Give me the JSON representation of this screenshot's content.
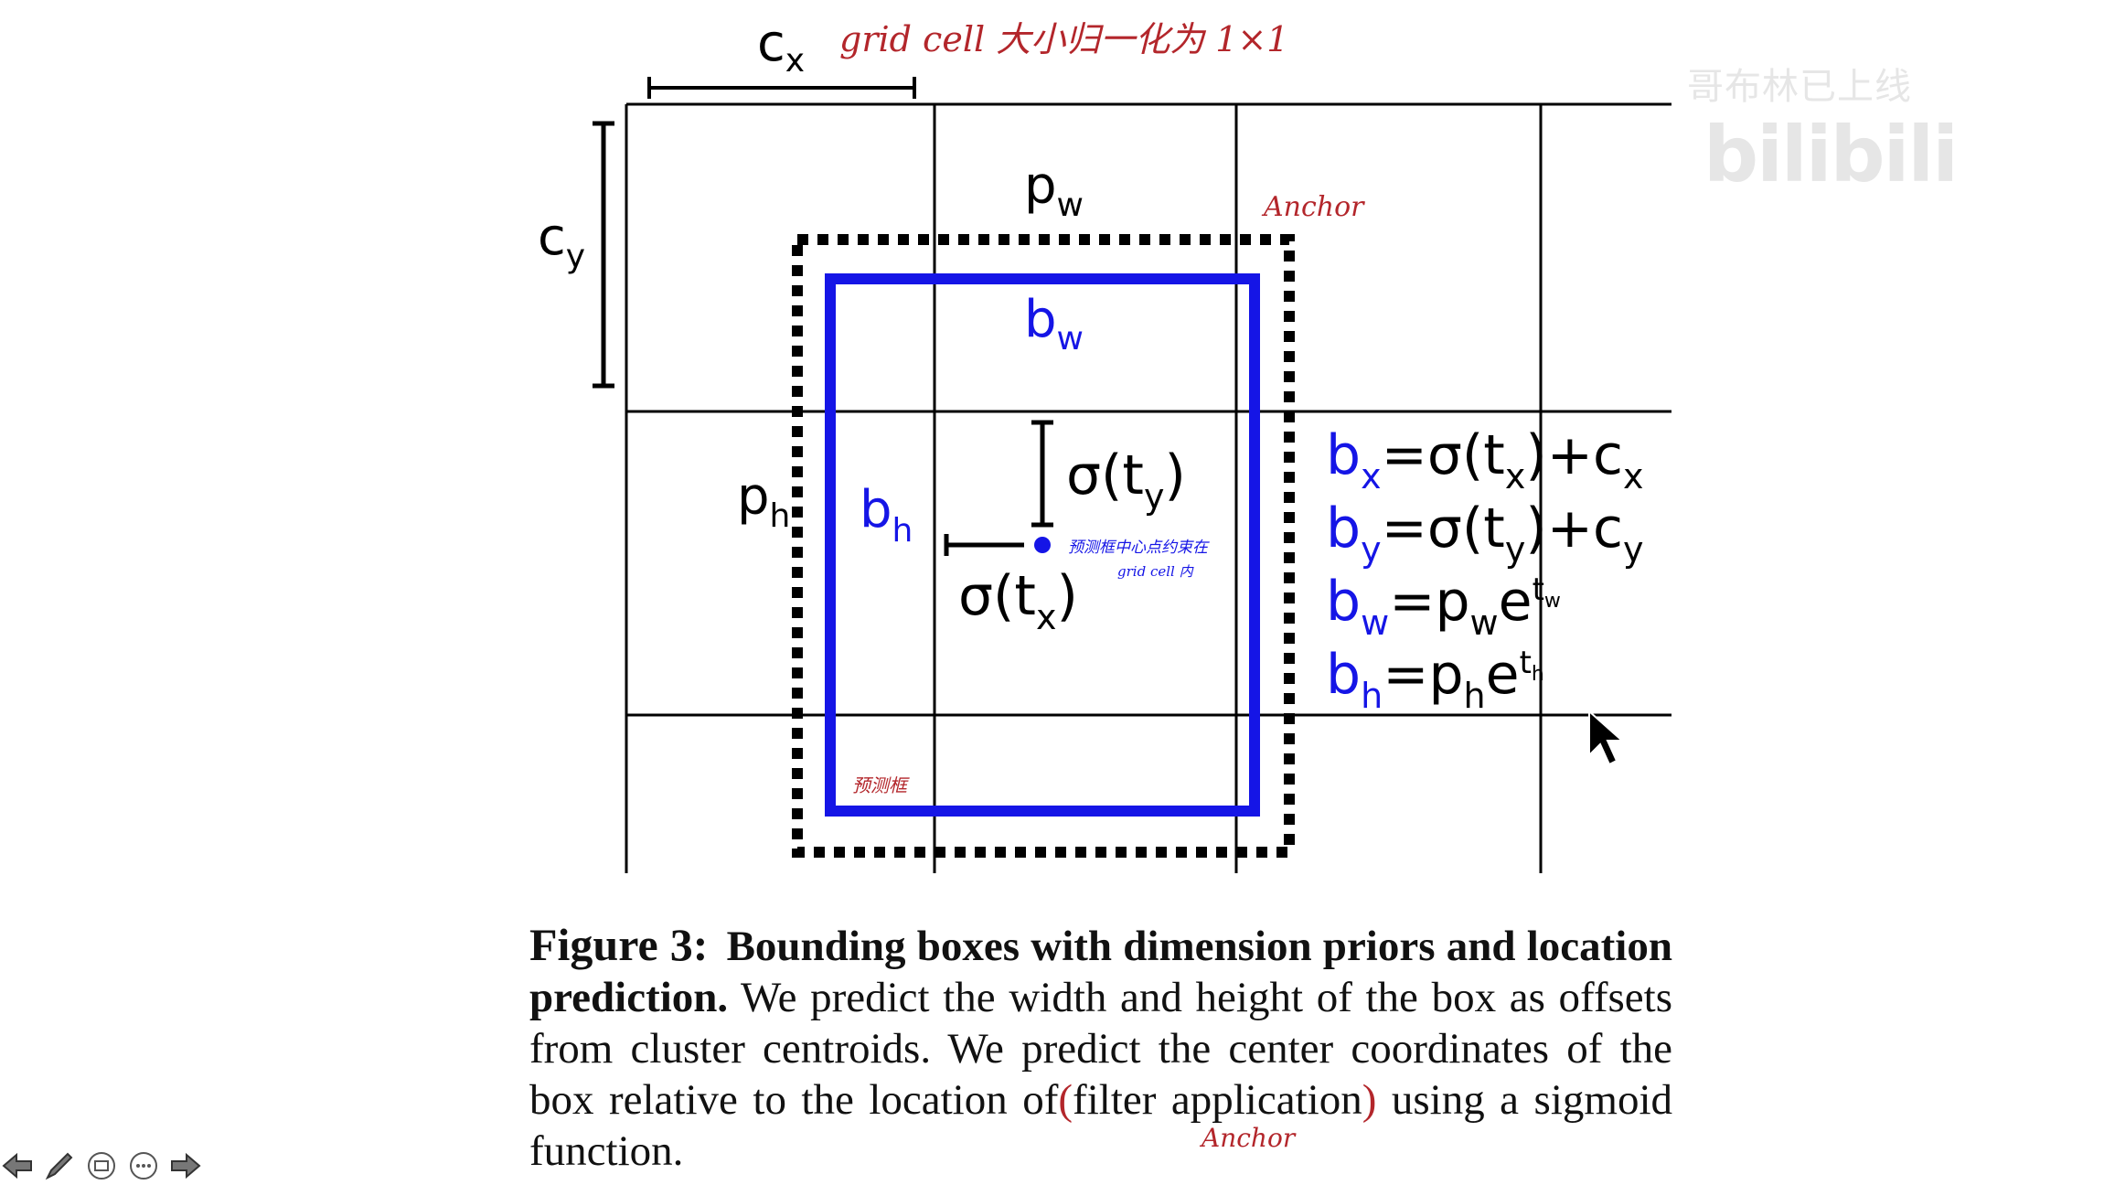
{
  "figure": {
    "grid_note": "grid cell 大小归一化为 1×1",
    "anchor_note": "Anchor",
    "center_note_line1": "预测框中心点约束在",
    "center_note_line2": "grid cell 内",
    "box_note": "预测框",
    "labels": {
      "cx": {
        "base": "c",
        "sub": "x"
      },
      "cy": {
        "base": "c",
        "sub": "y"
      },
      "pw": {
        "base": "p",
        "sub": "w"
      },
      "ph": {
        "base": "p",
        "sub": "h"
      },
      "bw": {
        "base": "b",
        "sub": "w"
      },
      "bh": {
        "base": "b",
        "sub": "h"
      },
      "sty": {
        "pre": "σ(t",
        "sub": "y",
        "post": ")"
      },
      "stx": {
        "pre": "σ(t",
        "sub": "x",
        "post": ")"
      }
    },
    "equations": {
      "bx": {
        "lhs": "b",
        "lhs_sub": "x",
        "rhs": "=σ(t",
        "rhs_sub": "x",
        "rhs_post": ")+c",
        "rhs_post_sub": "x"
      },
      "by": {
        "lhs": "b",
        "lhs_sub": "y",
        "rhs": "=σ(t",
        "rhs_sub": "y",
        "rhs_post": ")+c",
        "rhs_post_sub": "y"
      },
      "bw": {
        "lhs": "b",
        "lhs_sub": "w",
        "rhs": "=p",
        "rhs_sub": "w",
        "exp_base": "e",
        "exp": "t",
        "exp_sub": "w"
      },
      "bh": {
        "lhs": "b",
        "lhs_sub": "h",
        "rhs": "=p",
        "rhs_sub": "h",
        "exp_base": "e",
        "exp": "t",
        "exp_sub": "h"
      }
    },
    "colors": {
      "pred_box": "#1515e6",
      "annotation": "#b3262b",
      "grid": "#000000"
    }
  },
  "caption": {
    "label": "Figure 3:",
    "bold": "Bounding boxes with dimension priors and location prediction.",
    "text1": " We predict the width and height of the box as offsets from cluster centroids. We predict the center coordinates of the box relative to the location of",
    "paren_open": "(",
    "paren_text": "filter application",
    "paren_close": ")",
    "text2": " using a sigmoid function.",
    "anchor_note": "Anchor"
  },
  "watermark": {
    "text": "哥布林已上线",
    "logo": "bilibili"
  },
  "toolbar": {
    "icons": [
      "arrow-left-icon",
      "pen-icon",
      "slide-icon",
      "more-icon",
      "arrow-right-icon"
    ]
  }
}
